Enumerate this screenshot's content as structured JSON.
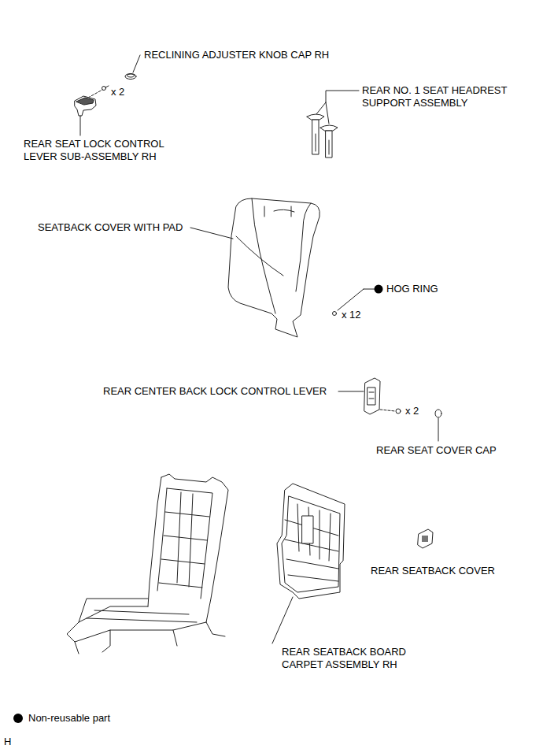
{
  "diagram": {
    "labels": [
      "RECLINING ADJUSTER KNOB CAP RH",
      "x 2",
      "REAR SEAT LOCK CONTROL LEVER SUB-ASSEMBLY RH",
      "REAR NO. 1 SEAT HEADREST SUPPORT ASSEMBLY",
      "SEATBACK COVER WITH PAD",
      "HOG RING",
      "x 12",
      "REAR CENTER BACK LOCK CONTROL LEVER",
      "x 2",
      "REAR SEAT COVER CAP",
      "REAR SEATBACK COVER",
      "REAR SEATBACK BOARD CARPET ASSEMBLY RH",
      "H"
    ],
    "legend": [
      {
        "text": "Non-reusable part"
      }
    ]
  }
}
